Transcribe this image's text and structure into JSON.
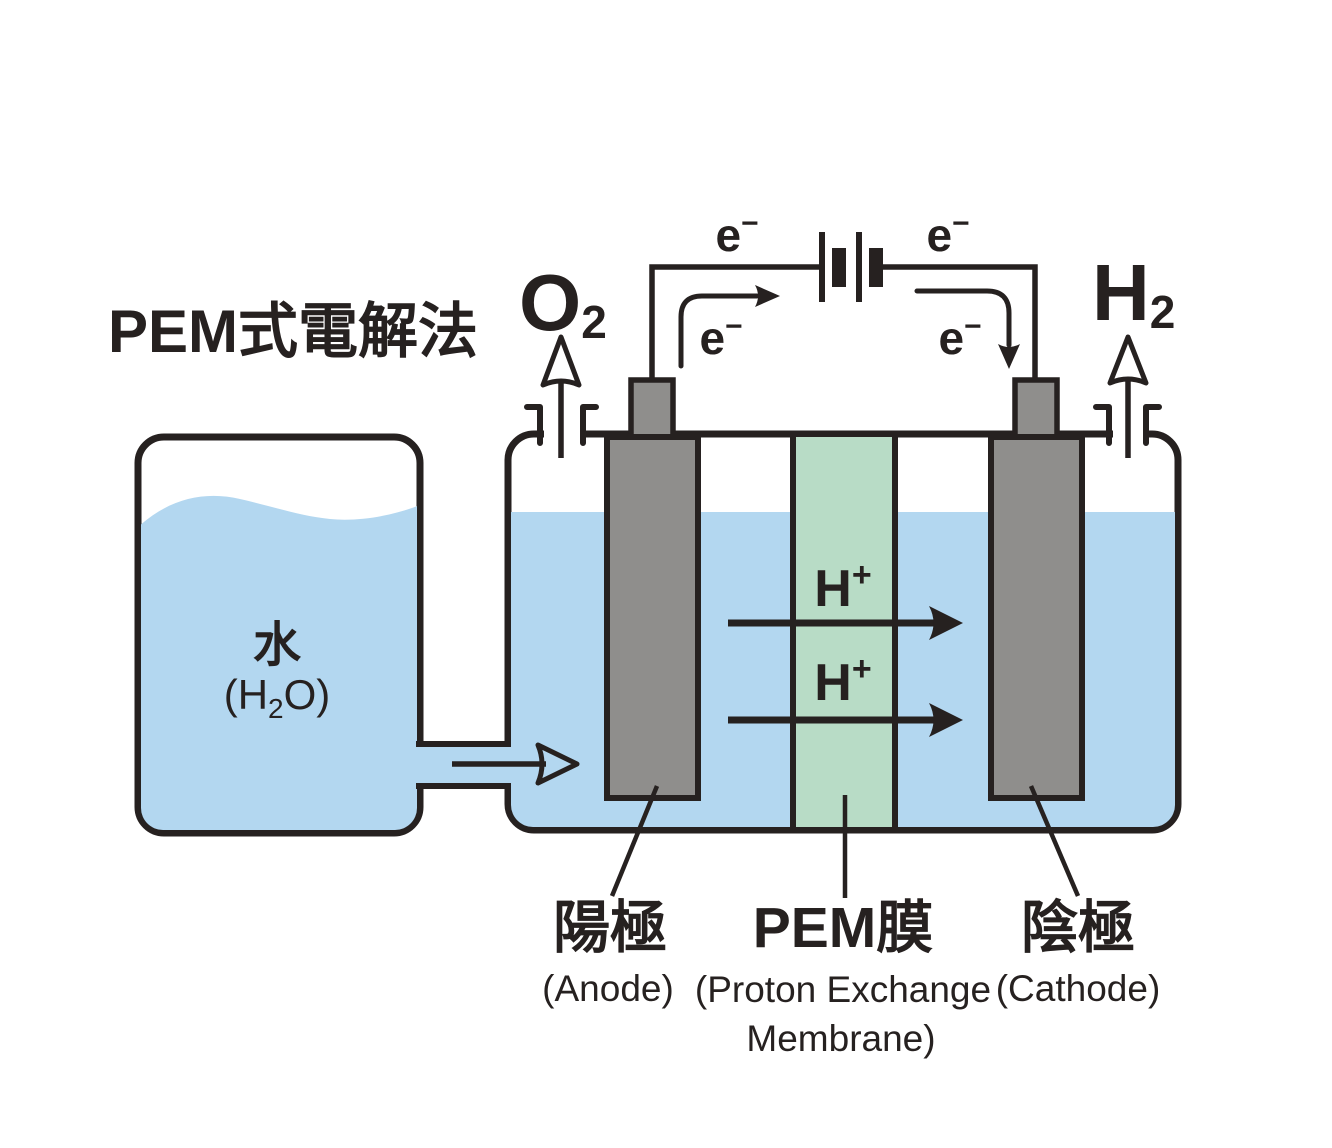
{
  "title": "PEM式電解法",
  "colors": {
    "ink": "#262120",
    "water": "#b3d7f0",
    "membrane": "#b8dcc6",
    "electrode": "#8f8e8c",
    "gas_arrow_fill": "#b9e0f4",
    "background": "#ffffff"
  },
  "gases": {
    "oxygen": {
      "main": "O",
      "sub": "2"
    },
    "hydrogen": {
      "main": "H",
      "sub": "2"
    }
  },
  "electron": {
    "main": "e",
    "sup": "−"
  },
  "proton": {
    "main": "H",
    "sup": "+"
  },
  "tank": {
    "label": "水",
    "formula": {
      "open": "(H",
      "sub": "2",
      "close": "O)"
    }
  },
  "labels": {
    "anode": {
      "jp": "陽極",
      "en": "(Anode)"
    },
    "membrane": {
      "jp": "PEM膜",
      "en_line1": "(Proton Exchange",
      "en_line2": "Membrane)"
    },
    "cathode": {
      "jp": "陰極",
      "en": "(Cathode)"
    }
  }
}
